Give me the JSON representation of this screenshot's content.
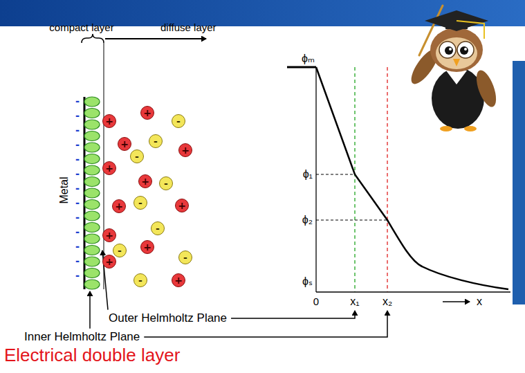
{
  "diagram": {
    "caption": "Electrical double layer",
    "nodes": [
      {
        "text": [
          "+"
        ]
      },
      {
        "text": [
          "+"
        ]
      },
      {
        "text": [
          "-"
        ]
      },
      {
        "text": [
          "-"
        ]
      },
      {
        "text": [
          "+"
        ]
      },
      {
        "text": [
          "+"
        ]
      },
      {
        "text": [
          "-"
        ]
      },
      {
        "text": [
          "+"
        ]
      },
      {
        "text": [
          "+"
        ]
      },
      {
        "text": [
          "-"
        ]
      },
      {
        "text": [
          "-"
        ]
      },
      {
        "text": [
          "+"
        ]
      },
      {
        "text": [
          "+"
        ]
      },
      {
        "text": [
          "-"
        ]
      },
      {
        "text": [
          "+"
        ]
      },
      {
        "text": [
          "+"
        ]
      },
      {
        "text": [
          "-"
        ]
      },
      {
        "text": [
          "-"
        ]
      },
      {
        "text": [
          "+"
        ]
      },
      {
        "text": [
          "-"
        ]
      },
      {
        "text": [
          "+"
        ]
      }
    ],
    "labels": [
      "compact layer",
      "diffuse layer",
      "-",
      "-",
      "-",
      "-",
      "-",
      "-",
      "-",
      "-",
      "-",
      "-",
      "-",
      "-",
      "-",
      "Metal",
      "ϕₘ",
      "ϕ₁",
      "ϕ₂",
      "ϕₛ",
      "0",
      "x₁",
      "x₂",
      "x",
      "Outer Helmholtz Plane",
      "Inner Helmholtz Plane"
    ]
  }
}
